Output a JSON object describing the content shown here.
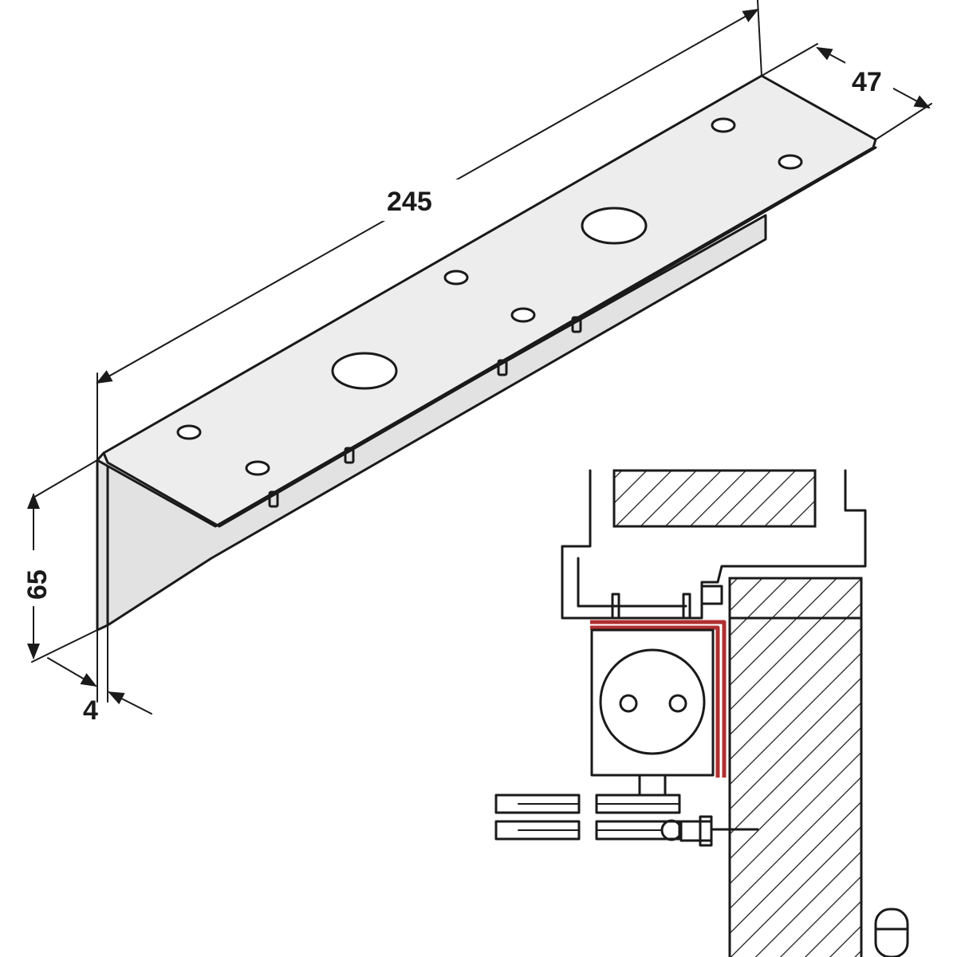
{
  "dimensions": {
    "length": "245",
    "width": "47",
    "height": "65",
    "thickness": "4"
  },
  "colors": {
    "line": "#1a1a1a",
    "plate_fill": "#ededed",
    "bracket_highlight": "#b03030"
  }
}
